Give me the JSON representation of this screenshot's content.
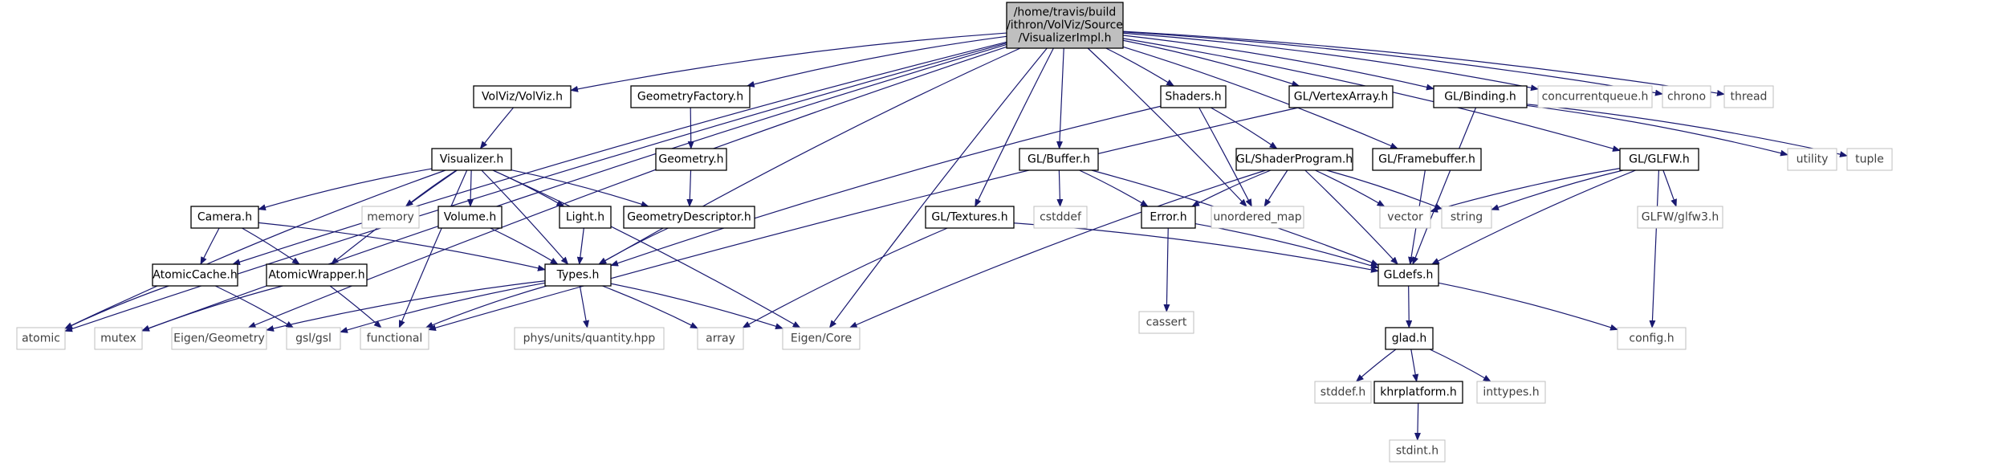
{
  "colors": {
    "edge": "#191970",
    "root_fill": "#bfbfbf",
    "node_border": "#000000",
    "system_border": "#bfbfbf",
    "system_text": "#404040"
  },
  "nodes": [
    {
      "id": "root",
      "lines": [
        "/home/travis/build",
        "/ithron/VolViz/Source",
        "/VisualizerImpl.h"
      ],
      "kind": "root"
    },
    {
      "id": "volviz",
      "lines": [
        "VolViz/VolViz.h"
      ],
      "kind": "local"
    },
    {
      "id": "geomfactory",
      "lines": [
        "GeometryFactory.h"
      ],
      "kind": "local"
    },
    {
      "id": "shaders",
      "lines": [
        "Shaders.h"
      ],
      "kind": "local"
    },
    {
      "id": "glvertexarray",
      "lines": [
        "GL/VertexArray.h"
      ],
      "kind": "local"
    },
    {
      "id": "glbinding",
      "lines": [
        "GL/Binding.h"
      ],
      "kind": "local"
    },
    {
      "id": "concurrentqueue",
      "lines": [
        "concurrentqueue.h"
      ],
      "kind": "system"
    },
    {
      "id": "chrono",
      "lines": [
        "chrono"
      ],
      "kind": "system"
    },
    {
      "id": "thread",
      "lines": [
        "thread"
      ],
      "kind": "system"
    },
    {
      "id": "visualizer",
      "lines": [
        "Visualizer.h"
      ],
      "kind": "local"
    },
    {
      "id": "geometry",
      "lines": [
        "Geometry.h"
      ],
      "kind": "local"
    },
    {
      "id": "glbuffer",
      "lines": [
        "GL/Buffer.h"
      ],
      "kind": "local"
    },
    {
      "id": "glshaderprogram",
      "lines": [
        "GL/ShaderProgram.h"
      ],
      "kind": "local"
    },
    {
      "id": "glframebuffer",
      "lines": [
        "GL/Framebuffer.h"
      ],
      "kind": "local"
    },
    {
      "id": "glglfw",
      "lines": [
        "GL/GLFW.h"
      ],
      "kind": "local"
    },
    {
      "id": "utility",
      "lines": [
        "utility"
      ],
      "kind": "system"
    },
    {
      "id": "tuple",
      "lines": [
        "tuple"
      ],
      "kind": "system"
    },
    {
      "id": "camera",
      "lines": [
        "Camera.h"
      ],
      "kind": "local"
    },
    {
      "id": "memory",
      "lines": [
        "memory"
      ],
      "kind": "system"
    },
    {
      "id": "volume",
      "lines": [
        "Volume.h"
      ],
      "kind": "local"
    },
    {
      "id": "light",
      "lines": [
        "Light.h"
      ],
      "kind": "local"
    },
    {
      "id": "geomdescriptor",
      "lines": [
        "GeometryDescriptor.h"
      ],
      "kind": "local"
    },
    {
      "id": "gltextures",
      "lines": [
        "GL/Textures.h"
      ],
      "kind": "local"
    },
    {
      "id": "cstddef",
      "lines": [
        "cstddef"
      ],
      "kind": "system"
    },
    {
      "id": "errorh",
      "lines": [
        "Error.h"
      ],
      "kind": "local"
    },
    {
      "id": "unordered_map",
      "lines": [
        "unordered_map"
      ],
      "kind": "system"
    },
    {
      "id": "vector",
      "lines": [
        "vector"
      ],
      "kind": "system"
    },
    {
      "id": "string",
      "lines": [
        "string"
      ],
      "kind": "system"
    },
    {
      "id": "glfw3",
      "lines": [
        "GLFW/glfw3.h"
      ],
      "kind": "system"
    },
    {
      "id": "atomiccache",
      "lines": [
        "AtomicCache.h"
      ],
      "kind": "local"
    },
    {
      "id": "atomicwrapper",
      "lines": [
        "AtomicWrapper.h"
      ],
      "kind": "local"
    },
    {
      "id": "typesh",
      "lines": [
        "Types.h"
      ],
      "kind": "local"
    },
    {
      "id": "cassert",
      "lines": [
        "cassert"
      ],
      "kind": "system"
    },
    {
      "id": "gldefs",
      "lines": [
        "GLdefs.h"
      ],
      "kind": "local"
    },
    {
      "id": "atomic",
      "lines": [
        "atomic"
      ],
      "kind": "system"
    },
    {
      "id": "mutex",
      "lines": [
        "mutex"
      ],
      "kind": "system"
    },
    {
      "id": "eigengeometry",
      "lines": [
        "Eigen/Geometry"
      ],
      "kind": "system"
    },
    {
      "id": "gsl",
      "lines": [
        "gsl/gsl"
      ],
      "kind": "system"
    },
    {
      "id": "functional",
      "lines": [
        "functional"
      ],
      "kind": "system"
    },
    {
      "id": "physunits",
      "lines": [
        "phys/units/quantity.hpp"
      ],
      "kind": "system"
    },
    {
      "id": "array",
      "lines": [
        "array"
      ],
      "kind": "system"
    },
    {
      "id": "eigencore",
      "lines": [
        "Eigen/Core"
      ],
      "kind": "system"
    },
    {
      "id": "config",
      "lines": [
        "config.h"
      ],
      "kind": "system"
    },
    {
      "id": "glad",
      "lines": [
        "glad.h"
      ],
      "kind": "local"
    },
    {
      "id": "stddefh",
      "lines": [
        "stddef.h"
      ],
      "kind": "system"
    },
    {
      "id": "khrplatform",
      "lines": [
        "khrplatform.h"
      ],
      "kind": "local"
    },
    {
      "id": "inttypes",
      "lines": [
        "inttypes.h"
      ],
      "kind": "system"
    },
    {
      "id": "stdint",
      "lines": [
        "stdint.h"
      ],
      "kind": "system"
    }
  ],
  "edges": [
    [
      "root",
      "volviz"
    ],
    [
      "root",
      "geomfactory"
    ],
    [
      "root",
      "shaders"
    ],
    [
      "root",
      "glvertexarray"
    ],
    [
      "root",
      "glbinding"
    ],
    [
      "root",
      "concurrentqueue"
    ],
    [
      "root",
      "chrono"
    ],
    [
      "root",
      "thread"
    ],
    [
      "root",
      "glbuffer"
    ],
    [
      "root",
      "glframebuffer"
    ],
    [
      "root",
      "glglfw"
    ],
    [
      "root",
      "gltextures"
    ],
    [
      "root",
      "typesh"
    ],
    [
      "root",
      "unordered_map"
    ],
    [
      "root",
      "atomiccache"
    ],
    [
      "root",
      "atomic"
    ],
    [
      "root",
      "mutex"
    ],
    [
      "root",
      "eigengeometry"
    ],
    [
      "root",
      "eigencore"
    ],
    [
      "volviz",
      "visualizer"
    ],
    [
      "geomfactory",
      "geometry"
    ],
    [
      "geometry",
      "geomdescriptor"
    ],
    [
      "visualizer",
      "camera"
    ],
    [
      "visualizer",
      "memory"
    ],
    [
      "visualizer",
      "volume"
    ],
    [
      "visualizer",
      "light"
    ],
    [
      "visualizer",
      "geomdescriptor"
    ],
    [
      "visualizer",
      "typesh"
    ],
    [
      "visualizer",
      "atomicwrapper"
    ],
    [
      "visualizer",
      "functional"
    ],
    [
      "visualizer",
      "atomic"
    ],
    [
      "visualizer",
      "eigencore"
    ],
    [
      "camera",
      "atomiccache"
    ],
    [
      "camera",
      "atomicwrapper"
    ],
    [
      "camera",
      "typesh"
    ],
    [
      "volume",
      "typesh"
    ],
    [
      "light",
      "typesh"
    ],
    [
      "geomdescriptor",
      "typesh"
    ],
    [
      "atomiccache",
      "atomic"
    ],
    [
      "atomiccache",
      "gsl"
    ],
    [
      "atomicwrapper",
      "mutex"
    ],
    [
      "atomicwrapper",
      "functional"
    ],
    [
      "typesh",
      "eigengeometry"
    ],
    [
      "typesh",
      "gsl"
    ],
    [
      "typesh",
      "functional"
    ],
    [
      "typesh",
      "physunits"
    ],
    [
      "typesh",
      "array"
    ],
    [
      "typesh",
      "eigencore"
    ],
    [
      "shaders",
      "glshaderprogram"
    ],
    [
      "shaders",
      "unordered_map"
    ],
    [
      "shaders",
      "typesh"
    ],
    [
      "glshaderprogram",
      "errorh"
    ],
    [
      "glshaderprogram",
      "unordered_map"
    ],
    [
      "glshaderprogram",
      "vector"
    ],
    [
      "glshaderprogram",
      "string"
    ],
    [
      "glshaderprogram",
      "gldefs"
    ],
    [
      "glshaderprogram",
      "eigencore"
    ],
    [
      "glbuffer",
      "cstddef"
    ],
    [
      "glbuffer",
      "errorh"
    ],
    [
      "glbuffer",
      "gldefs"
    ],
    [
      "errorh",
      "cassert"
    ],
    [
      "errorh",
      "gldefs"
    ],
    [
      "gltextures",
      "gldefs"
    ],
    [
      "gltextures",
      "array"
    ],
    [
      "glvertexarray",
      "functional"
    ],
    [
      "glframebuffer",
      "gldefs"
    ],
    [
      "glbinding",
      "utility"
    ],
    [
      "glbinding",
      "tuple"
    ],
    [
      "glbinding",
      "gldefs"
    ],
    [
      "glglfw",
      "vector"
    ],
    [
      "glglfw",
      "string"
    ],
    [
      "glglfw",
      "glfw3"
    ],
    [
      "glglfw",
      "gldefs"
    ],
    [
      "glglfw",
      "config"
    ],
    [
      "gldefs",
      "glad"
    ],
    [
      "gldefs",
      "config"
    ],
    [
      "glad",
      "stddefh"
    ],
    [
      "glad",
      "khrplatform"
    ],
    [
      "glad",
      "inttypes"
    ],
    [
      "khrplatform",
      "stdint"
    ]
  ]
}
